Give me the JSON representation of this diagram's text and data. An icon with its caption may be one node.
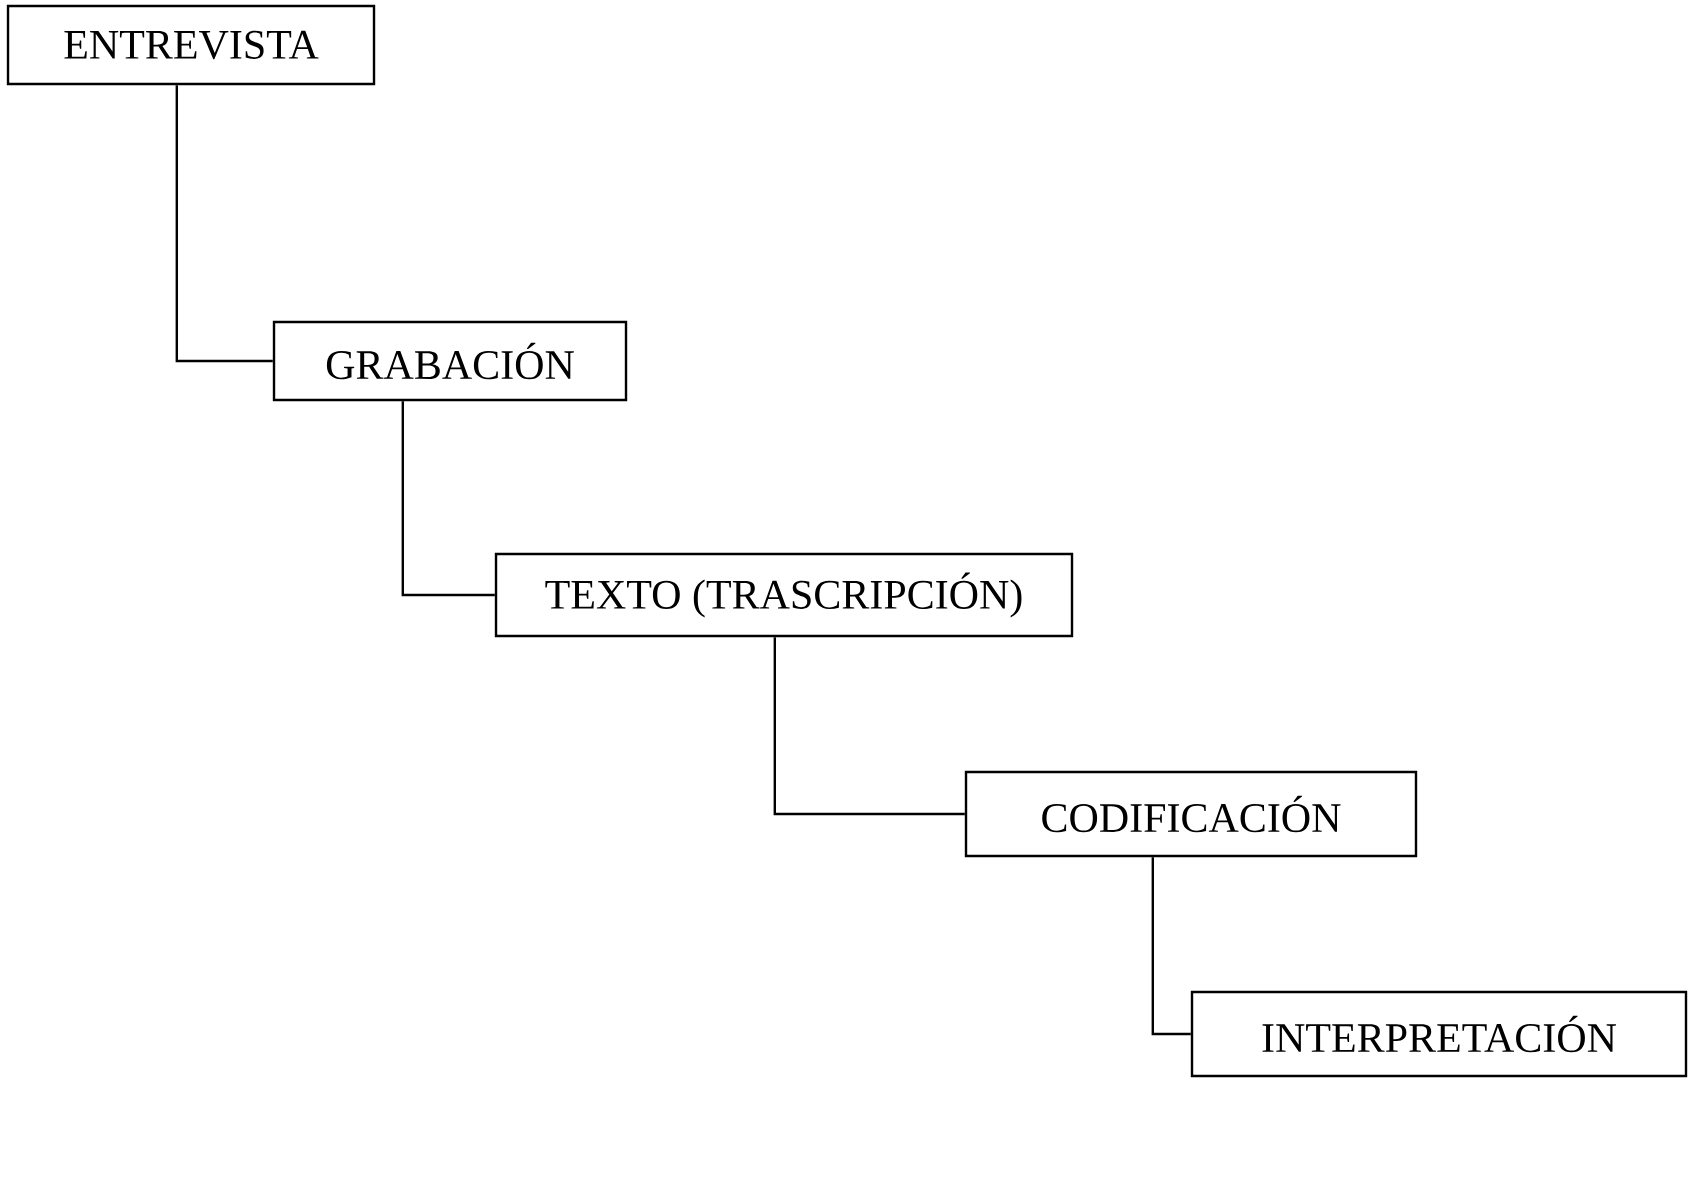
{
  "diagram": {
    "nodes": [
      {
        "text": [
          "ENTREVISTA"
        ]
      },
      {
        "text": [
          "GRABACIÓN"
        ]
      },
      {
        "text": [
          "TEXTO (TRASCRIPCIÓN)"
        ]
      },
      {
        "text": [
          "CODIFICACIÓN"
        ]
      },
      {
        "text": [
          "INTERPRETACIÓN"
        ]
      }
    ],
    "edges": [
      {
        "from": 0,
        "to": 1,
        "arrow": "none"
      },
      {
        "from": 1,
        "to": 2,
        "arrow": "none"
      },
      {
        "from": 2,
        "to": 3,
        "arrow": "none"
      },
      {
        "from": 3,
        "to": 4,
        "arrow": "none"
      }
    ]
  }
}
